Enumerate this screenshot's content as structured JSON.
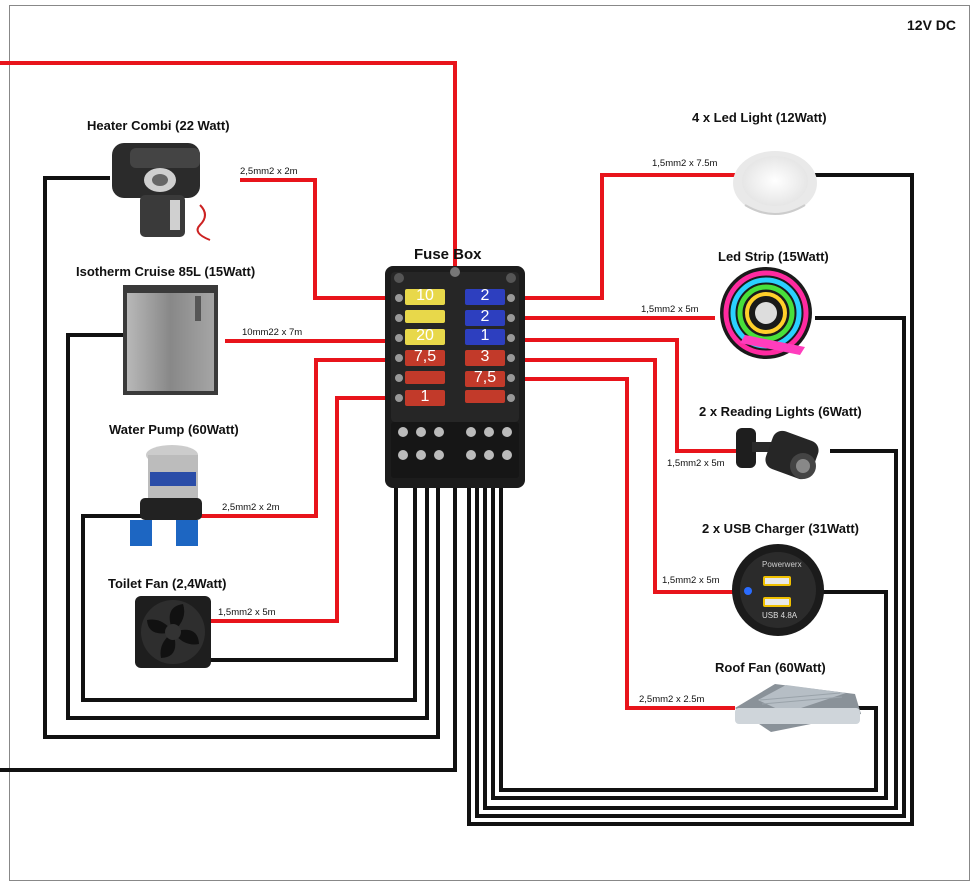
{
  "voltage": "12V DC",
  "fuse_box": {
    "title": "Fuse Box",
    "left_fuses": [
      "10",
      "",
      "20",
      "7,5",
      "",
      "1"
    ],
    "right_fuses": [
      "2",
      "2",
      "1",
      "3",
      "7,5",
      ""
    ]
  },
  "devices": {
    "heater": {
      "label": "Heater Combi (22 Watt)",
      "cable": "2,5mm2 x 2m"
    },
    "fridge": {
      "label": "Isotherm Cruise 85L (15Watt)",
      "cable": "10mm22 x 7m"
    },
    "pump": {
      "label": "Water Pump (60Watt)",
      "cable": "2,5mm2 x 2m"
    },
    "toilet_fan": {
      "label": "Toilet Fan (2,4Watt)",
      "cable": "1,5mm2 x 5m"
    },
    "led_light": {
      "label": "4 x Led Light (12Watt)",
      "cable": "1,5mm2 x 7.5m"
    },
    "led_strip": {
      "label": "Led Strip (15Watt)",
      "cable": "1,5mm2 x 5m"
    },
    "reading": {
      "label": "2 x Reading Lights (6Watt)",
      "cable": "1,5mm2 x 5m"
    },
    "usb": {
      "label": "2 x USB Charger (31Watt)",
      "cable": "1,5mm2 x 5m",
      "brand": "Powerwerx",
      "spec": "USB 4.8A"
    },
    "roof_fan": {
      "label": "Roof Fan (60Watt)",
      "cable": "2,5mm2 x 2.5m"
    }
  },
  "colors": {
    "positive": "#e8141b",
    "negative": "#111111",
    "fuse_yellow": "#e8d84a",
    "fuse_blue": "#2d3fbf",
    "fuse_red": "#c23a2a"
  }
}
